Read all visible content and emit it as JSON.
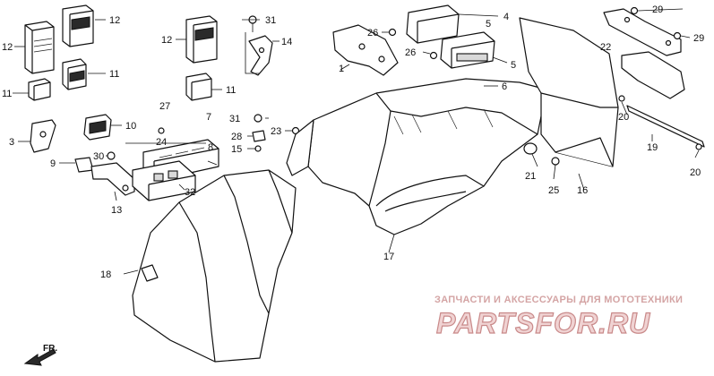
{
  "callouts": {
    "c1": "1",
    "c3": "3",
    "c4": "4",
    "c5a": "5",
    "c5b": "5",
    "c6": "6",
    "c7": "7",
    "c8": "8",
    "c9": "9",
    "c10": "10",
    "c11a": "11",
    "c11b": "11",
    "c11c": "11",
    "c12a": "12",
    "c12b": "12",
    "c12c": "12",
    "c13": "13",
    "c14": "14",
    "c15": "15",
    "c16": "16",
    "c17": "17",
    "c18": "18",
    "c19": "19",
    "c20a": "20",
    "c20b": "20",
    "c21": "21",
    "c22": "22",
    "c23": "23",
    "c24": "24",
    "c25": "25",
    "c26a": "26",
    "c26b": "26",
    "c27": "27",
    "c28": "28",
    "c29a": "29",
    "c29b": "29",
    "c30": "30",
    "c31a": "31",
    "c31b": "31",
    "c32": "32"
  },
  "direction_marker": {
    "label": "FR."
  },
  "watermark": {
    "tagline": "ЗАПЧАСТИ И АКСЕССУАРЫ ДЛЯ МОТОТЕХНИКИ",
    "logo": "PARTSFOR.RU",
    "color": "#c98a8a"
  }
}
